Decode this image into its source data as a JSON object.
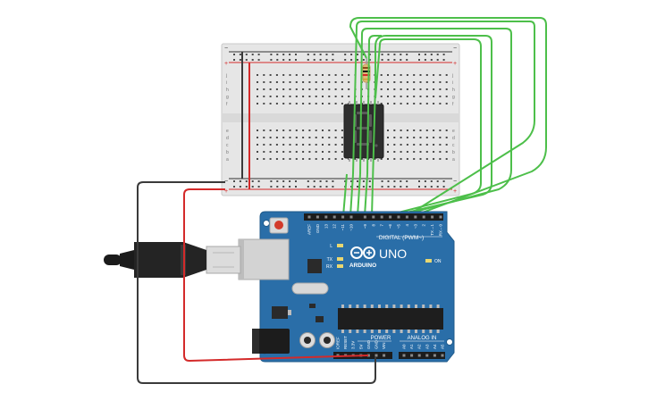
{
  "board": {
    "logo_text": "ARDUINO",
    "model": "UNO",
    "digital_label": "DIGITAL (PWM~)",
    "power_label": "POWER",
    "analog_label": "ANALOG IN",
    "on_label": "ON",
    "led_labels": [
      "L",
      "TX",
      "RX"
    ],
    "digital_pins": [
      "AREF",
      "GND",
      "13",
      "12",
      "~11",
      "~10",
      "~9",
      "8",
      "7",
      "~6",
      "~5",
      "4",
      "~3",
      "2",
      "TX→1",
      "RX←0"
    ],
    "power_pins": [
      "IOREF",
      "RESET",
      "3.3V",
      "5V",
      "GND",
      "GND",
      "VIN"
    ],
    "analog_pins": [
      "A0",
      "A1",
      "A2",
      "A3",
      "A4",
      "A5"
    ]
  },
  "breadboard": {
    "rail_signs": [
      "−",
      "+"
    ],
    "row_letters_top": [
      "j",
      "i",
      "h",
      "g",
      "f"
    ],
    "row_letters_bottom": [
      "e",
      "d",
      "c",
      "b",
      "a"
    ],
    "columns": 30
  },
  "display": {
    "digit": "8"
  },
  "colors": {
    "wire_black": "#3a3a3a",
    "wire_red": "#d42a2a",
    "wire_green": "#4dbf4a",
    "board": "#2a6ea8",
    "breadboard": "#e6e6e6"
  }
}
